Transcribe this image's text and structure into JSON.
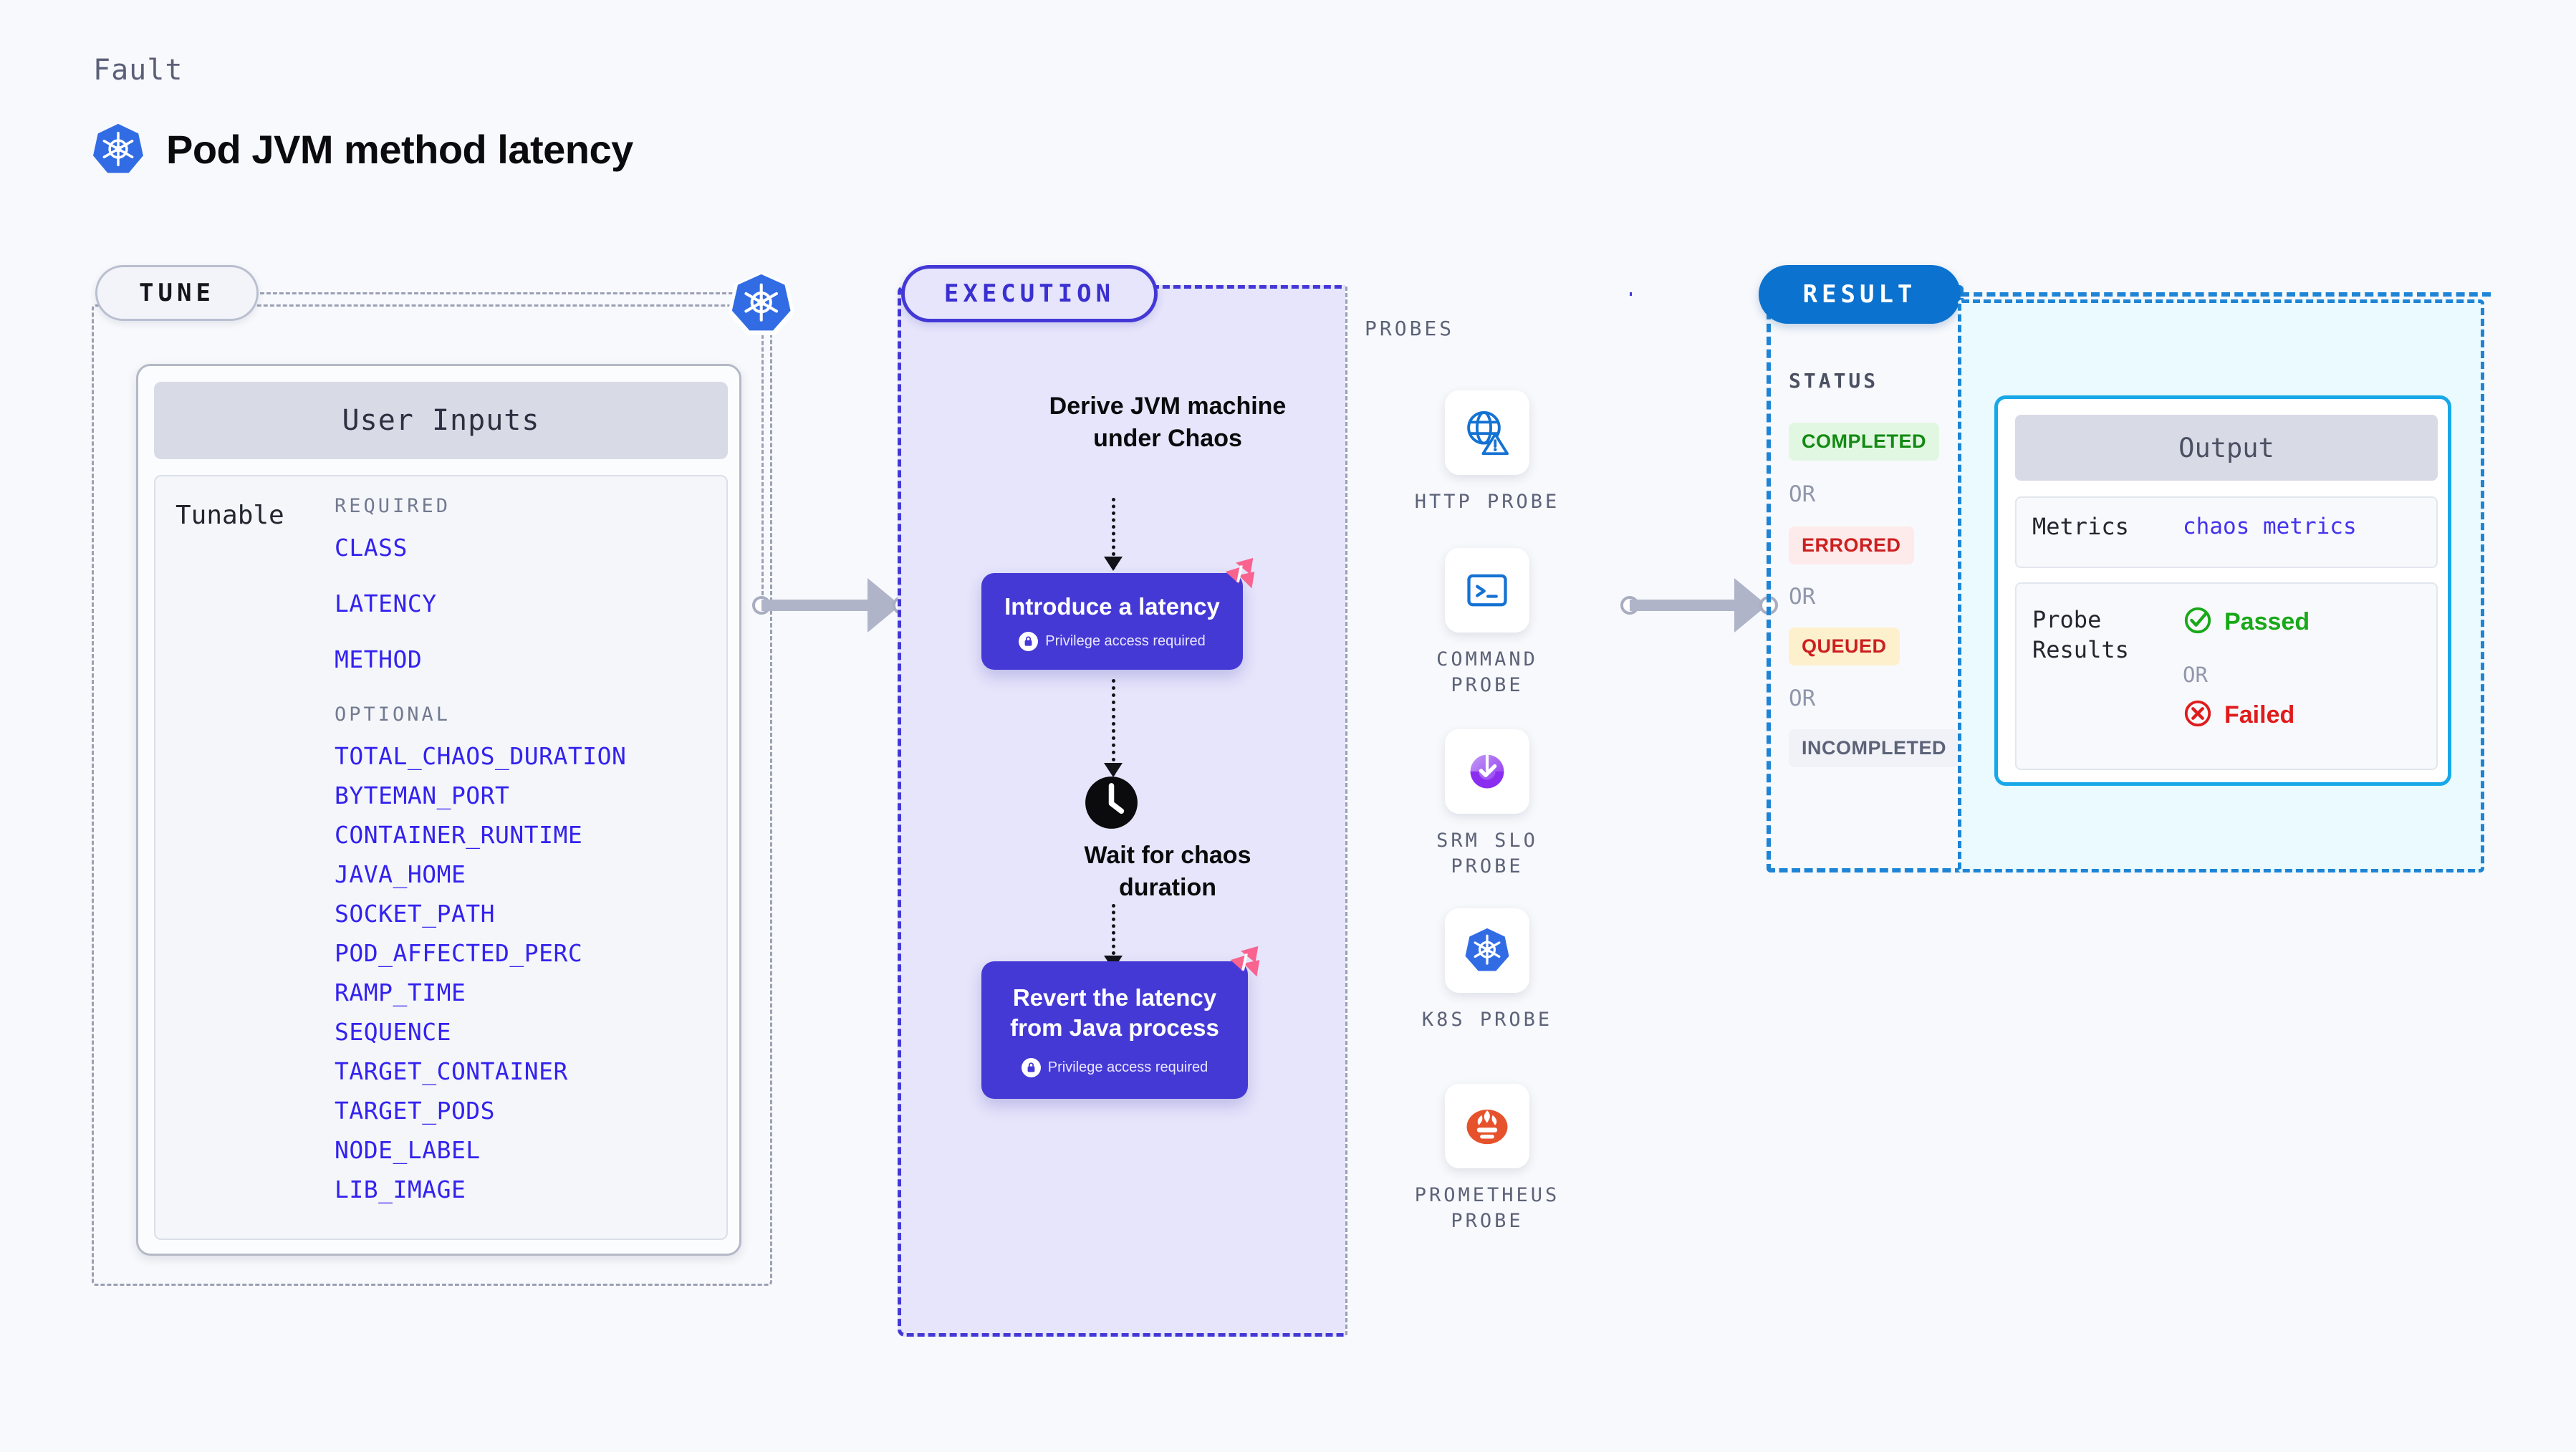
{
  "header": {
    "kicker": "Fault",
    "title": "Pod JVM method latency",
    "icon": "kubernetes-icon"
  },
  "tune": {
    "pill_label": "TUNE",
    "rail_icon": "kubernetes-icon",
    "card": {
      "header": "User Inputs",
      "row_label": "Tunable",
      "required_label": "REQUIRED",
      "required": [
        "CLASS",
        "LATENCY",
        "METHOD"
      ],
      "optional_label": "OPTIONAL",
      "optional": [
        "TOTAL_CHAOS_DURATION",
        "BYTEMAN_PORT",
        "CONTAINER_RUNTIME",
        "JAVA_HOME",
        "SOCKET_PATH",
        "POD_AFFECTED_PERC",
        "RAMP_TIME",
        "SEQUENCE",
        "TARGET_CONTAINER",
        "TARGET_PODS",
        "NODE_LABEL",
        "LIB_IMAGE"
      ]
    }
  },
  "execution": {
    "pill_label": "EXECUTION",
    "step1_text": "Derive JVM machine\nunder Chaos",
    "step2": {
      "title": "Introduce a latency",
      "subtitle": "Privilege access required",
      "badge_icon": "harness-mark-icon",
      "lock_icon": "lock-icon"
    },
    "wait": {
      "icon": "clock-icon",
      "text": "Wait for chaos\nduration"
    },
    "step3": {
      "title": "Revert the latency\nfrom Java process",
      "subtitle": "Privilege access required",
      "badge_icon": "harness-mark-icon",
      "lock_icon": "lock-icon"
    }
  },
  "probes": {
    "label": "PROBES",
    "items": [
      {
        "name": "HTTP  PROBE",
        "icon": "globe-warning-icon"
      },
      {
        "name": "COMMAND\nPROBE",
        "icon": "terminal-icon"
      },
      {
        "name": "SRM  SLO\nPROBE",
        "icon": "srm-slo-icon"
      },
      {
        "name": "K8S  PROBE",
        "icon": "kubernetes-icon"
      },
      {
        "name": "PROMETHEUS\nPROBE",
        "icon": "prometheus-icon"
      }
    ]
  },
  "result": {
    "pill_label": "RESULT",
    "status_label": "STATUS",
    "or_label": "OR",
    "statuses": [
      {
        "text": "COMPLETED",
        "bg": "#e2f7e2",
        "fg": "#138a13"
      },
      {
        "text": "ERRORED",
        "bg": "#fdeaea",
        "fg": "#cc2020"
      },
      {
        "text": "QUEUED",
        "bg": "#fdf0cd",
        "fg": "#cc2020"
      },
      {
        "text": "INCOMPLETED",
        "bg": "#f1f2f7",
        "fg": "#5c6278"
      }
    ]
  },
  "output": {
    "header": "Output",
    "metrics_key": "Metrics",
    "metrics_value": "chaos metrics",
    "probe_results_key": "Probe\nResults",
    "passed_label": "Passed",
    "failed_label": "Failed",
    "or_label": "OR",
    "passed_icon": "check-circle-icon",
    "failed_icon": "x-circle-icon"
  },
  "colors": {
    "background": "#f8f9fc",
    "execution_fill": "#e6e5fb",
    "execution_border": "#4338d6",
    "step_card": "#4539d6",
    "result_pill": "#0b72cf",
    "result_border": "#1d84d6",
    "output_fill": "#eafaff",
    "output_border": "#18a8e8",
    "param_text": "#3322ee",
    "harness_pink": "#f8638f",
    "k8s_blue": "#326ce5"
  }
}
